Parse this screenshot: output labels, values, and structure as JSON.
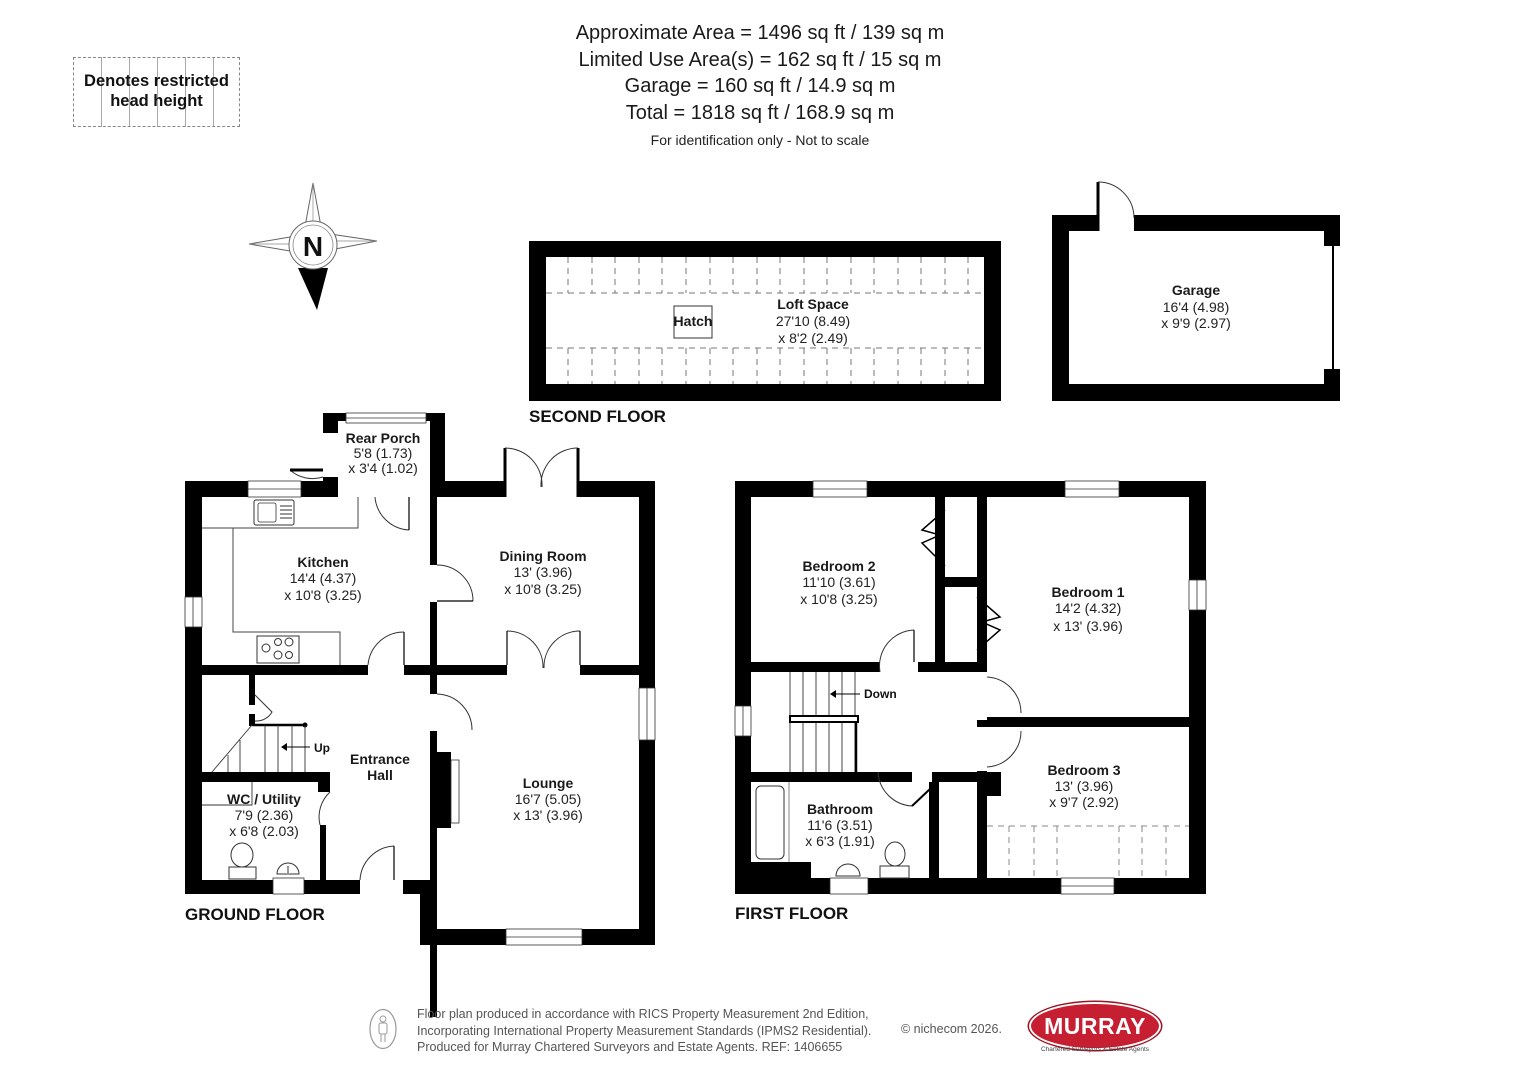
{
  "summary": {
    "lines": [
      "Approximate Area = 1496 sq ft / 139 sq m",
      "Limited Use Area(s) = 162 sq ft / 15 sq m",
      "Garage = 160 sq ft / 14.9 sq m",
      "Total = 1818 sq ft / 168.9 sq m"
    ],
    "note": "For identification only - Not to scale"
  },
  "legend": {
    "text_line1": "Denotes restricted",
    "text_line2": "head height",
    "pattern": "dashed-grid"
  },
  "compass": {
    "label": "N",
    "icon": "compass-rose-icon"
  },
  "floors": {
    "second": {
      "label": "SECOND FLOOR",
      "rooms": [
        {
          "name": "Loft Space",
          "dim1": "27'10 (8.49)",
          "dim2": "x 8'2 (2.49)"
        }
      ],
      "hatch_label": "Hatch"
    },
    "garage": {
      "rooms": [
        {
          "name": "Garage",
          "dim1": "16'4 (4.98)",
          "dim2": "x 9'9 (2.97)"
        }
      ]
    },
    "ground": {
      "label": "GROUND FLOOR",
      "rooms": [
        {
          "name": "Rear Porch",
          "dim1": "5'8 (1.73)",
          "dim2": "x 3'4 (1.02)"
        },
        {
          "name": "Kitchen",
          "dim1": "14'4 (4.37)",
          "dim2": "x 10'8 (3.25)"
        },
        {
          "name": "Dining Room",
          "dim1": "13' (3.96)",
          "dim2": "x 10'8 (3.25)"
        },
        {
          "name_line1": "Entrance",
          "name_line2": "Hall"
        },
        {
          "name": "Lounge",
          "dim1": "16'7 (5.05)",
          "dim2": "x 13' (3.96)"
        },
        {
          "name": "WC / Utility",
          "dim1": "7'9 (2.36)",
          "dim2": "x 6'8 (2.03)"
        }
      ],
      "stairs_label": "Up"
    },
    "first": {
      "label": "FIRST FLOOR",
      "rooms": [
        {
          "name": "Bedroom 2",
          "dim1": "11'10 (3.61)",
          "dim2": "x 10'8 (3.25)"
        },
        {
          "name": "Bedroom 1",
          "dim1": "14'2 (4.32)",
          "dim2": "x 13' (3.96)"
        },
        {
          "name": "Bedroom 3",
          "dim1": "13' (3.96)",
          "dim2": "x 9'7 (2.92)"
        },
        {
          "name": "Bathroom",
          "dim1": "11'6 (3.51)",
          "dim2": "x 6'3 (1.91)"
        }
      ],
      "stairs_label": "Down"
    }
  },
  "footer": {
    "lines": [
      "Floor plan produced in accordance with RICS Property Measurement 2nd Edition,",
      "Incorporating International Property Measurement Standards (IPMS2 Residential).",
      "Produced for Murray Chartered Surveyors and Estate Agents.   REF:  1406655"
    ],
    "copyright": "© nichecom 2026."
  },
  "logo": {
    "name": "MURRAY",
    "tagline": "Chartered Surveyors & Estate Agents",
    "color": "#c51f31"
  },
  "colors": {
    "wall": "#000000",
    "background": "#ffffff",
    "text": "#1a1a1a"
  }
}
